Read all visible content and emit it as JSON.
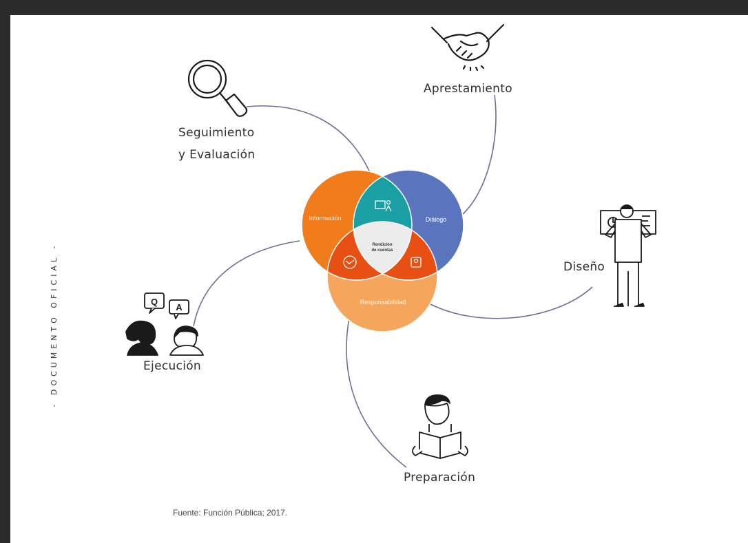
{
  "side_label": "- DOCUMENTO OFICIAL -",
  "center": {
    "title_line1": "Rendición",
    "title_line2": "de cuentas"
  },
  "circles": {
    "informacion": "Información",
    "dialogo": "Diálogo",
    "responsabilidad": "Responsabilidad"
  },
  "stages": {
    "apresto": "Aprestamiento",
    "seguimiento_l1": "Seguimiento",
    "seguimiento_l2": "y Evaluación",
    "diseno": "Diseño",
    "ejecucion": "Ejecución",
    "preparacion": "Preparación"
  },
  "qa": {
    "q": "Q",
    "a": "A"
  },
  "source": "Fuente: Función Pública; 2017.",
  "colors": {
    "orange": "#f07c1c",
    "blue": "#5b74be",
    "light_orange": "#f6a55c",
    "teal": "#1a9fa5",
    "red_orange": "#e84f12",
    "center_gray": "#ececec",
    "line": "#6d6f92"
  },
  "icons": [
    "magnifier-icon",
    "handshake-icon",
    "presenter-icon",
    "qa-people-icon",
    "reader-icon"
  ]
}
